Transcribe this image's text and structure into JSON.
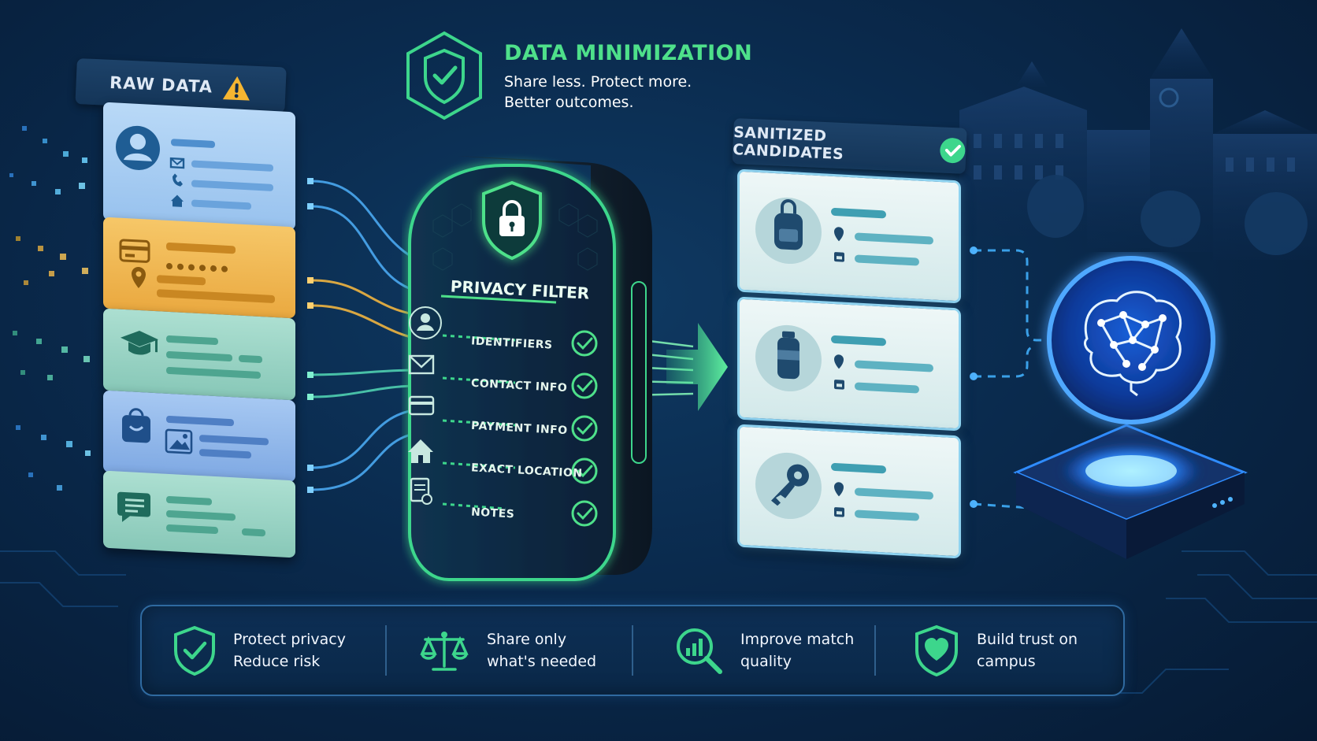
{
  "header": {
    "title": "DATA MINIMIZATION",
    "subtitle_line1": "Share less. Protect more.",
    "subtitle_line2": "Better outcomes."
  },
  "raw_data": {
    "title": "RAW DATA",
    "warning_icon": "warning-icon",
    "cards": [
      {
        "color": "#a9cdf2",
        "icons": [
          "user-icon",
          "mail-icon",
          "phone-icon",
          "home-icon"
        ]
      },
      {
        "color": "#f2bb58",
        "icons": [
          "credit-card-icon",
          "location-pin-icon"
        ]
      },
      {
        "color": "#9fd6c9",
        "icons": [
          "graduation-cap-icon"
        ]
      },
      {
        "color": "#8fb8ea",
        "icons": [
          "bag-icon",
          "image-icon"
        ]
      },
      {
        "color": "#9fd6c9",
        "icons": [
          "chat-icon"
        ]
      }
    ]
  },
  "filter": {
    "title": "PRIVACY FILTER",
    "rows": [
      {
        "label": "IDENTIFIERS",
        "icon": "user-icon"
      },
      {
        "label": "CONTACT INFO",
        "icon": "mail-icon"
      },
      {
        "label": "PAYMENT INFO",
        "icon": "credit-card-icon"
      },
      {
        "label": "EXACT LOCATION",
        "icon": "house-icon"
      },
      {
        "label": "NOTES",
        "icon": "notes-icon"
      }
    ]
  },
  "sanitized": {
    "title": "SANITIZED CANDIDATES",
    "cards": [
      {
        "icon": "backpack-icon"
      },
      {
        "icon": "water-bottle-icon"
      },
      {
        "icon": "key-icon"
      }
    ]
  },
  "benefits": [
    {
      "label": "Protect privacy\nReduce risk",
      "icon": "shield-check-icon"
    },
    {
      "label": "Share only\nwhat's needed",
      "icon": "balance-scale-icon"
    },
    {
      "label": "Improve match\nquality",
      "icon": "magnifier-chart-icon"
    },
    {
      "label": "Build trust on\ncampus",
      "icon": "shield-heart-icon"
    }
  ],
  "colors": {
    "accent_green": "#4ee08a",
    "filter_glow": "#3dd68c",
    "ai_glow": "#2f8cff",
    "background": "#0a2a4d"
  }
}
